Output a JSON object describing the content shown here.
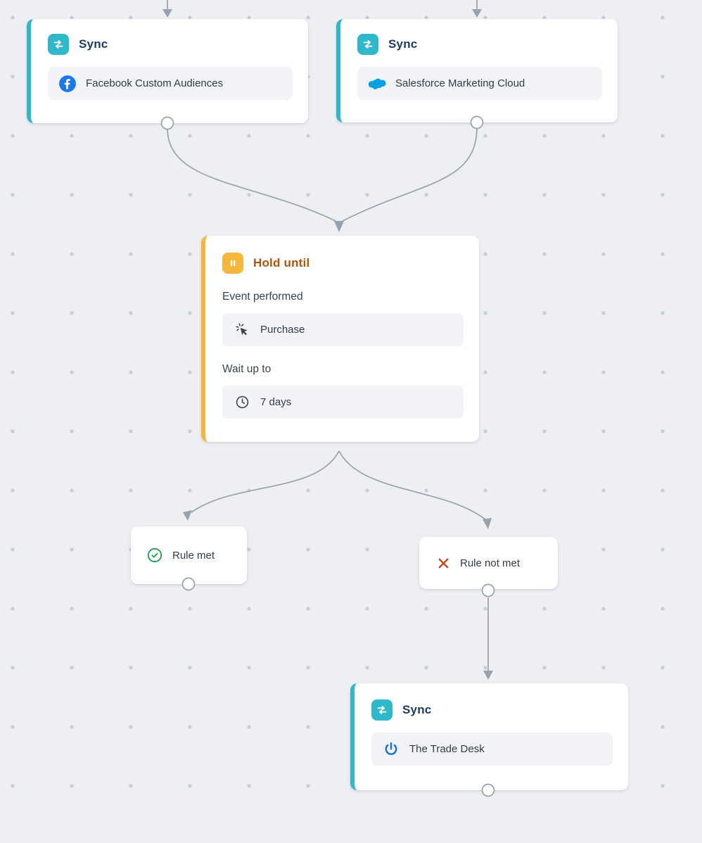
{
  "canvas": {
    "background_color": "#edeff3",
    "dot_color": "#c7ccd5",
    "connector_color": "#98a2ae"
  },
  "nodes": {
    "sync_facebook": {
      "title": "Sync",
      "destination": "Facebook Custom Audiences",
      "accent_color": "#2fb8c9",
      "icon": "sync-arrows-icon",
      "destination_icon": "facebook-logo-icon"
    },
    "sync_salesforce": {
      "title": "Sync",
      "destination": "Salesforce Marketing Cloud",
      "accent_color": "#2fb8c9",
      "icon": "sync-arrows-icon",
      "destination_icon": "salesforce-cloud-icon"
    },
    "hold_until": {
      "title": "Hold until",
      "accent_color": "#f5b63c",
      "title_color": "#b45309",
      "icon": "pause-icon",
      "event_label": "Event performed",
      "event_value": "Purchase",
      "event_icon": "cursor-click-icon",
      "wait_label": "Wait up to",
      "wait_value": "7 days",
      "wait_icon": "clock-icon"
    },
    "rule_met": {
      "label": "Rule met",
      "icon": "check-circle-icon",
      "icon_color": "#18a24b"
    },
    "rule_not_met": {
      "label": "Rule not met",
      "icon": "x-mark-icon",
      "icon_color": "#c2410c"
    },
    "sync_trade_desk": {
      "title": "Sync",
      "destination": "The Trade Desk",
      "accent_color": "#2fb8c9",
      "icon": "sync-arrows-icon",
      "destination_icon": "trade-desk-logo-icon"
    }
  },
  "brand_colors": {
    "facebook_blue": "#1877f2",
    "salesforce_blue": "#00a1e0",
    "trade_desk_blue": "#1574d4",
    "sync_title_navy": "#1d3b63"
  }
}
